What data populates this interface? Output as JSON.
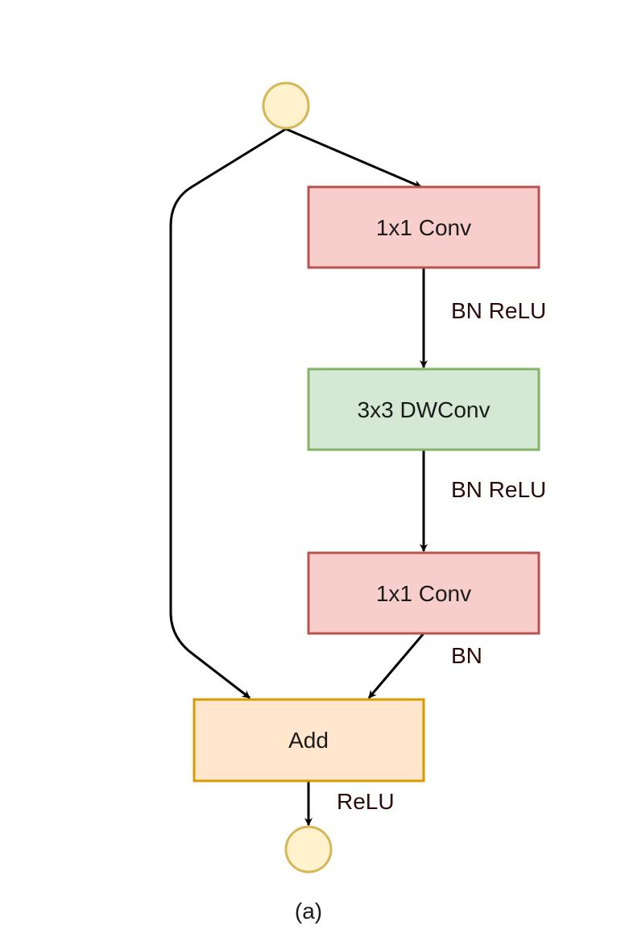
{
  "diagram": {
    "nodes": {
      "input_circle": {
        "fill": "#fff2cc",
        "stroke": "#d6b656"
      },
      "conv1": {
        "label": "1x1 Conv",
        "fill": "#f8cecc",
        "stroke": "#b85450"
      },
      "dwconv": {
        "label": "3x3 DWConv",
        "fill": "#d5e8d4",
        "stroke": "#82b366"
      },
      "conv2": {
        "label": "1x1 Conv",
        "fill": "#f8cecc",
        "stroke": "#b85450"
      },
      "add": {
        "label": "Add",
        "fill": "#ffe6cc",
        "stroke": "#d79b00"
      },
      "output_circle": {
        "fill": "#fff2cc",
        "stroke": "#d6b656"
      }
    },
    "edge_labels": {
      "conv1_to_dwconv": "BN ReLU",
      "dwconv_to_conv2": "BN ReLU",
      "conv2_to_add": "BN",
      "add_to_output": "ReLU"
    },
    "caption": "(a)"
  }
}
